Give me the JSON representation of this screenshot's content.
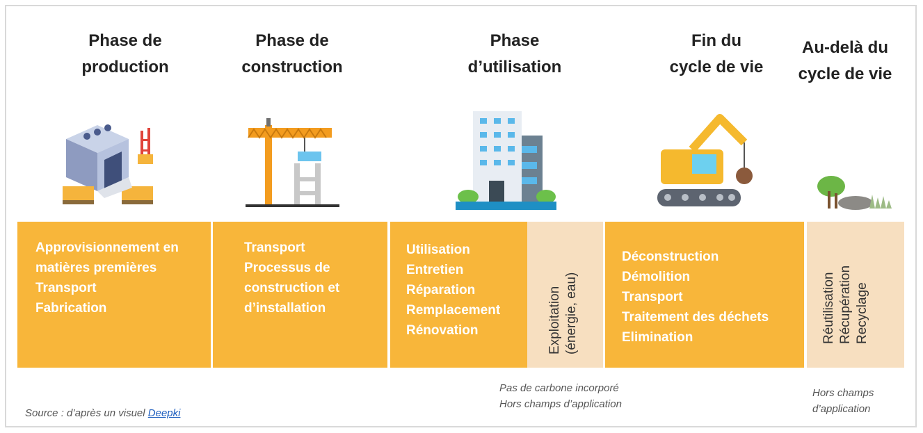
{
  "phases": [
    {
      "title": "Phase de\nproduction",
      "icon": "factory-icon"
    },
    {
      "title": "Phase de\nconstruction",
      "icon": "crane-icon"
    },
    {
      "title": "Phase\nd’utilisation",
      "icon": "building-icon"
    },
    {
      "title": "Fin du\ncycle de vie",
      "icon": "excavator-icon"
    },
    {
      "title": "Au-delà du\ncycle de vie",
      "icon": "nature-icon"
    }
  ],
  "cells": {
    "production": [
      "Approvisionnement en",
      "matières premières",
      "Transport",
      "Fabrication"
    ],
    "construction": [
      "Transport",
      "Processus de",
      "construction et",
      "d’installation"
    ],
    "utilisation": [
      "Utilisation",
      "Entretien",
      "Réparation",
      "Remplacement",
      "Rénovation"
    ],
    "exploitation": "Exploitation\n(énergie, eau)",
    "fin_de_vie": [
      "Déconstruction",
      "Démolition",
      "Transport",
      "Traitement des déchets",
      "Elimination"
    ],
    "au_dela": "Réutilisation\nRécupération\nRecyclage"
  },
  "notes": {
    "source_prefix": "Source : d’après un visuel ",
    "source_link": "Deepki",
    "exploitation_note": "Pas de carbone incorporé\nHors champs d’application",
    "au_dela_note": "Hors champs\nd’application"
  },
  "colors": {
    "orange": "#f8b63a",
    "beige": "#f7dfc0"
  }
}
